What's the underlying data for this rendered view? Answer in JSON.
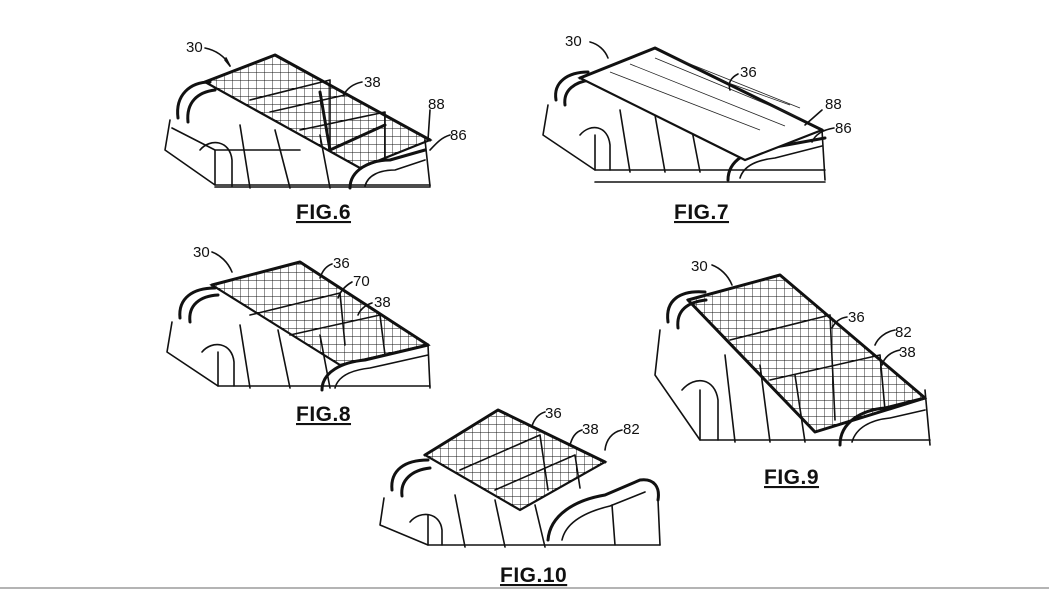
{
  "figures": [
    {
      "id": "fig6",
      "caption": "FIG.6",
      "labels": [
        "30",
        "38",
        "88",
        "86"
      ]
    },
    {
      "id": "fig7",
      "caption": "FIG.7",
      "labels": [
        "30",
        "36",
        "88",
        "86"
      ]
    },
    {
      "id": "fig8",
      "caption": "FIG.8",
      "labels": [
        "30",
        "36",
        "70",
        "38"
      ]
    },
    {
      "id": "fig9",
      "caption": "FIG.9",
      "labels": [
        "30",
        "36",
        "82",
        "38"
      ]
    },
    {
      "id": "fig10",
      "caption": "FIG.10",
      "labels": [
        "36",
        "38",
        "82"
      ]
    }
  ],
  "colors": {
    "ink": "#111111",
    "paper": "#ffffff"
  }
}
